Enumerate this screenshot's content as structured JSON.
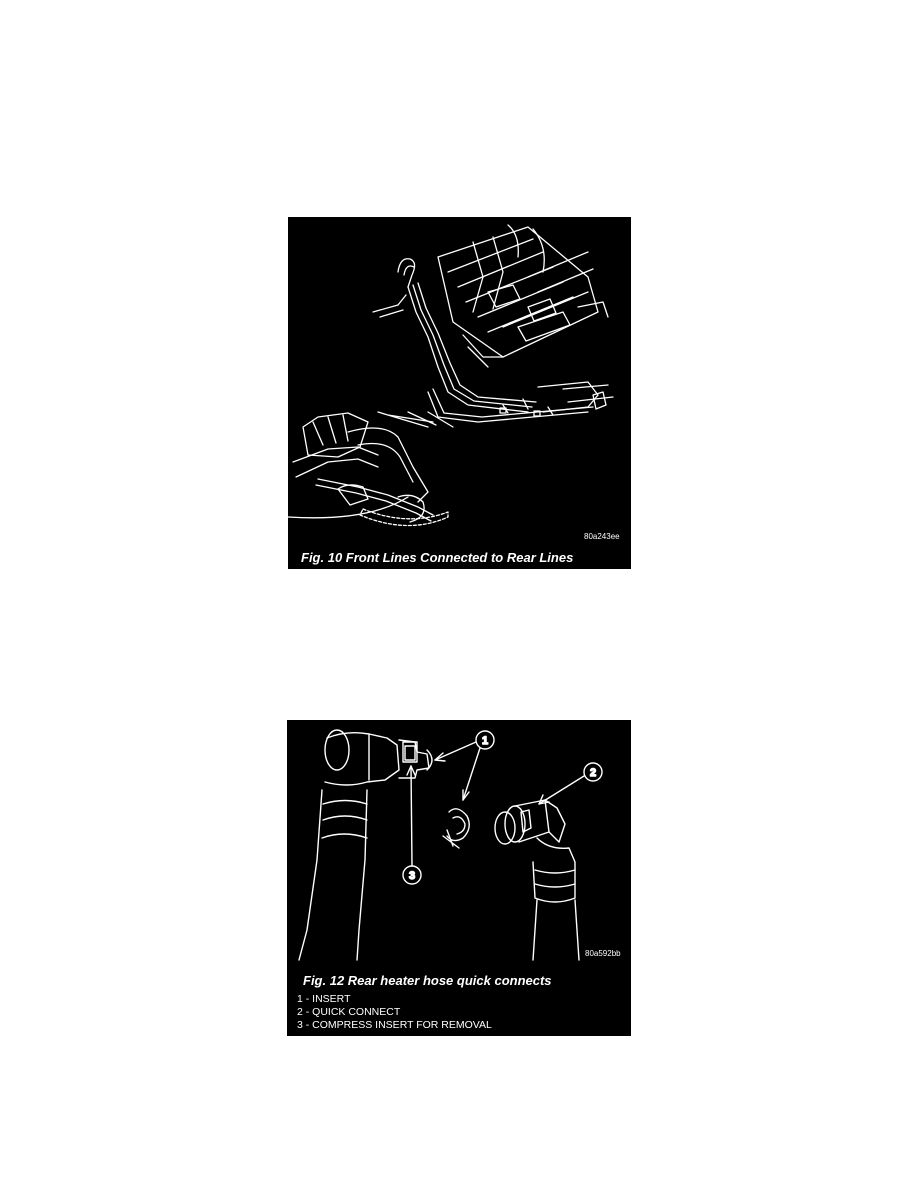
{
  "figures": [
    {
      "code": "80a243ee",
      "caption": "Fig. 10 Front Lines Connected to Rear Lines"
    },
    {
      "code": "80a592bb",
      "caption": "Fig. 12 Rear heater hose quick connects",
      "callouts": [
        "1",
        "2",
        "3"
      ],
      "legend": [
        "1 - INSERT",
        "2 - QUICK CONNECT",
        "3 - COMPRESS INSERT FOR REMOVAL"
      ]
    }
  ]
}
